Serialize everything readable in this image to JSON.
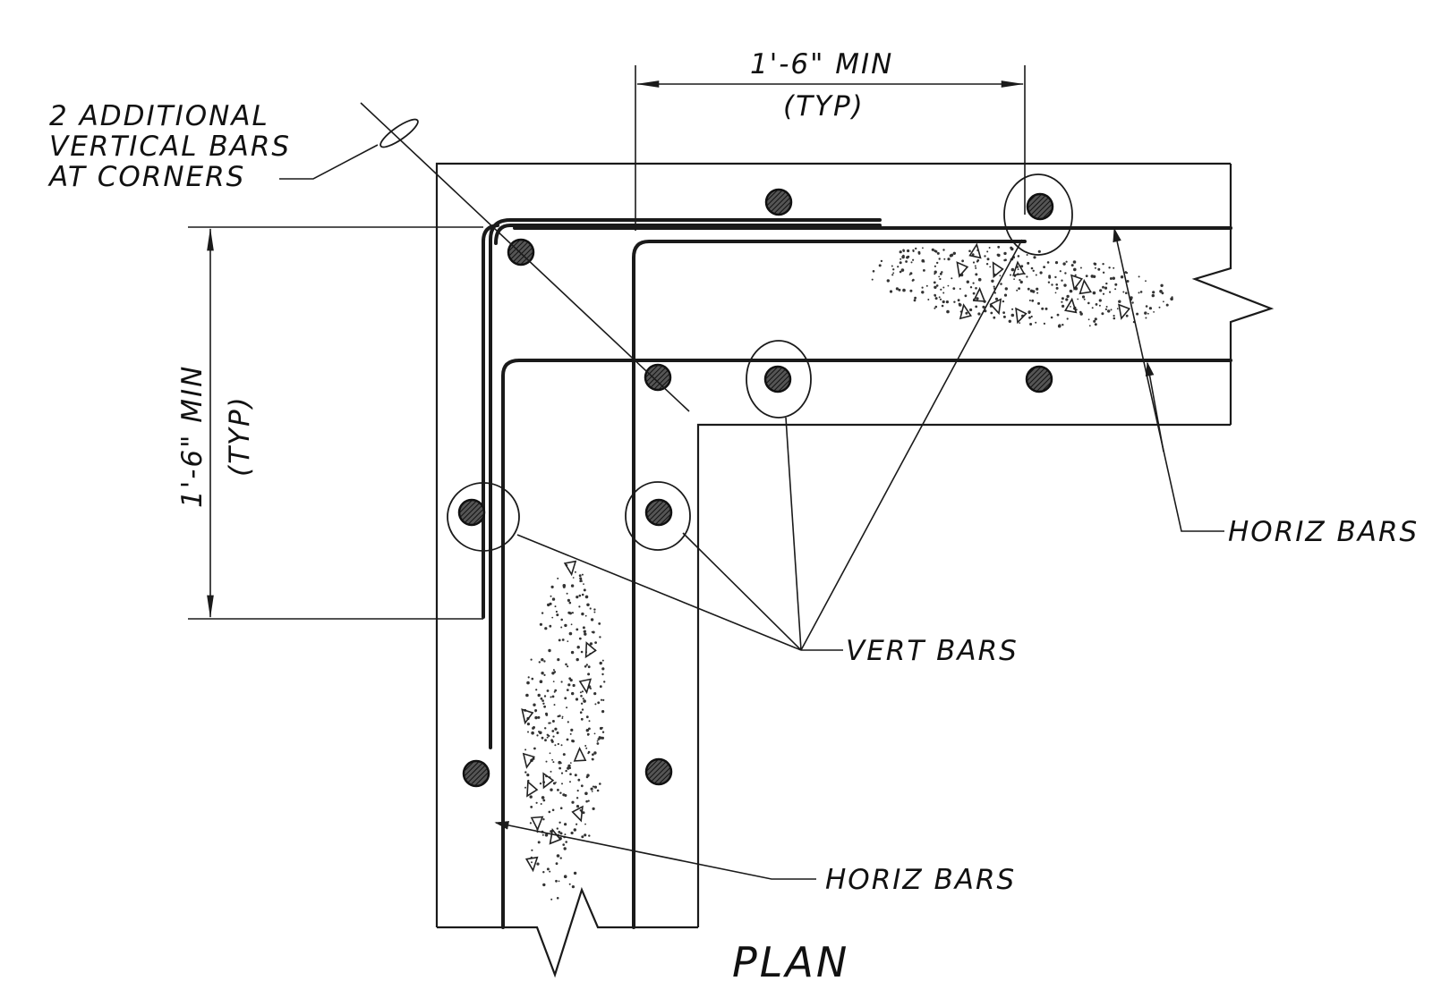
{
  "labels": {
    "additional_bars_line1": "2 ADDITIONAL",
    "additional_bars_line2": "VERTICAL BARS",
    "additional_bars_line3": "AT CORNERS",
    "dim_horizontal_value": "1'-6\" MIN",
    "dim_horizontal_typ": "(TYP)",
    "dim_vertical_value": "1'-6\" MIN",
    "dim_vertical_typ": "(TYP)",
    "horiz_bars_right": "HORIZ BARS",
    "vert_bars": "VERT BARS",
    "horiz_bars_bottom": "HORIZ BARS",
    "plan_title": "PLAN"
  }
}
